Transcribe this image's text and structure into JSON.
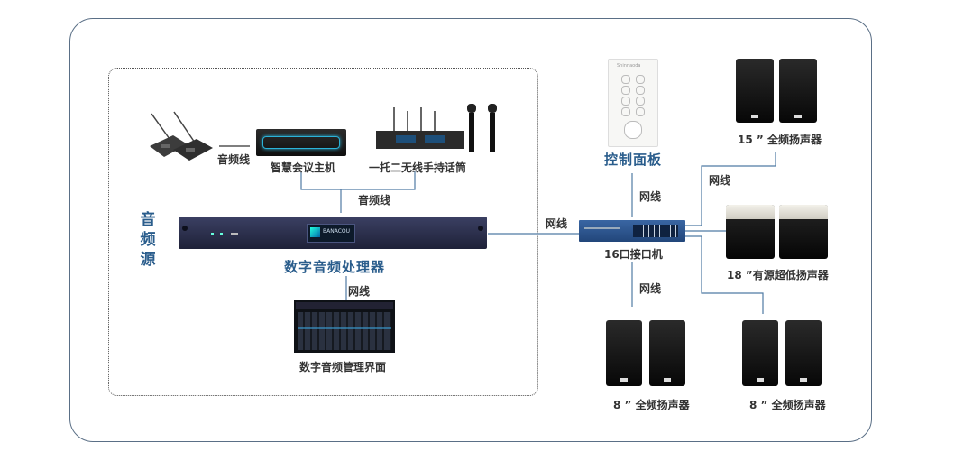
{
  "left_group": {
    "label": "音\n频\n源",
    "conference_host": "智慧会议主机",
    "wireless_mic": "一托二无线手持话筒",
    "audio_cable_1": "音频线",
    "audio_cable_2": "音频线",
    "processor": "数字音频处理器",
    "network_cable": "网线",
    "management_ui": "数字音频管理界面",
    "processor_screen_text": "BANACOU"
  },
  "center": {
    "network_cable": "网线"
  },
  "right_group": {
    "control_panel": "控制面板",
    "control_panel_brand": "Shinnaoda",
    "network_cable_top": "网线",
    "switch": "16口接口机",
    "network_cable_bottom": "网线",
    "network_cable_right": "网线",
    "speaker_15": "15 ”  全频扬声器",
    "subwoofer_18": "18 ”有源超低扬声器",
    "speaker_8_left": "8 ”  全频扬声器",
    "speaker_8_right": "8 ”  全频扬声器"
  },
  "colors": {
    "frame": "#5a6f86",
    "accent": "#2a5d8c",
    "wire": "#4f7aa3"
  }
}
